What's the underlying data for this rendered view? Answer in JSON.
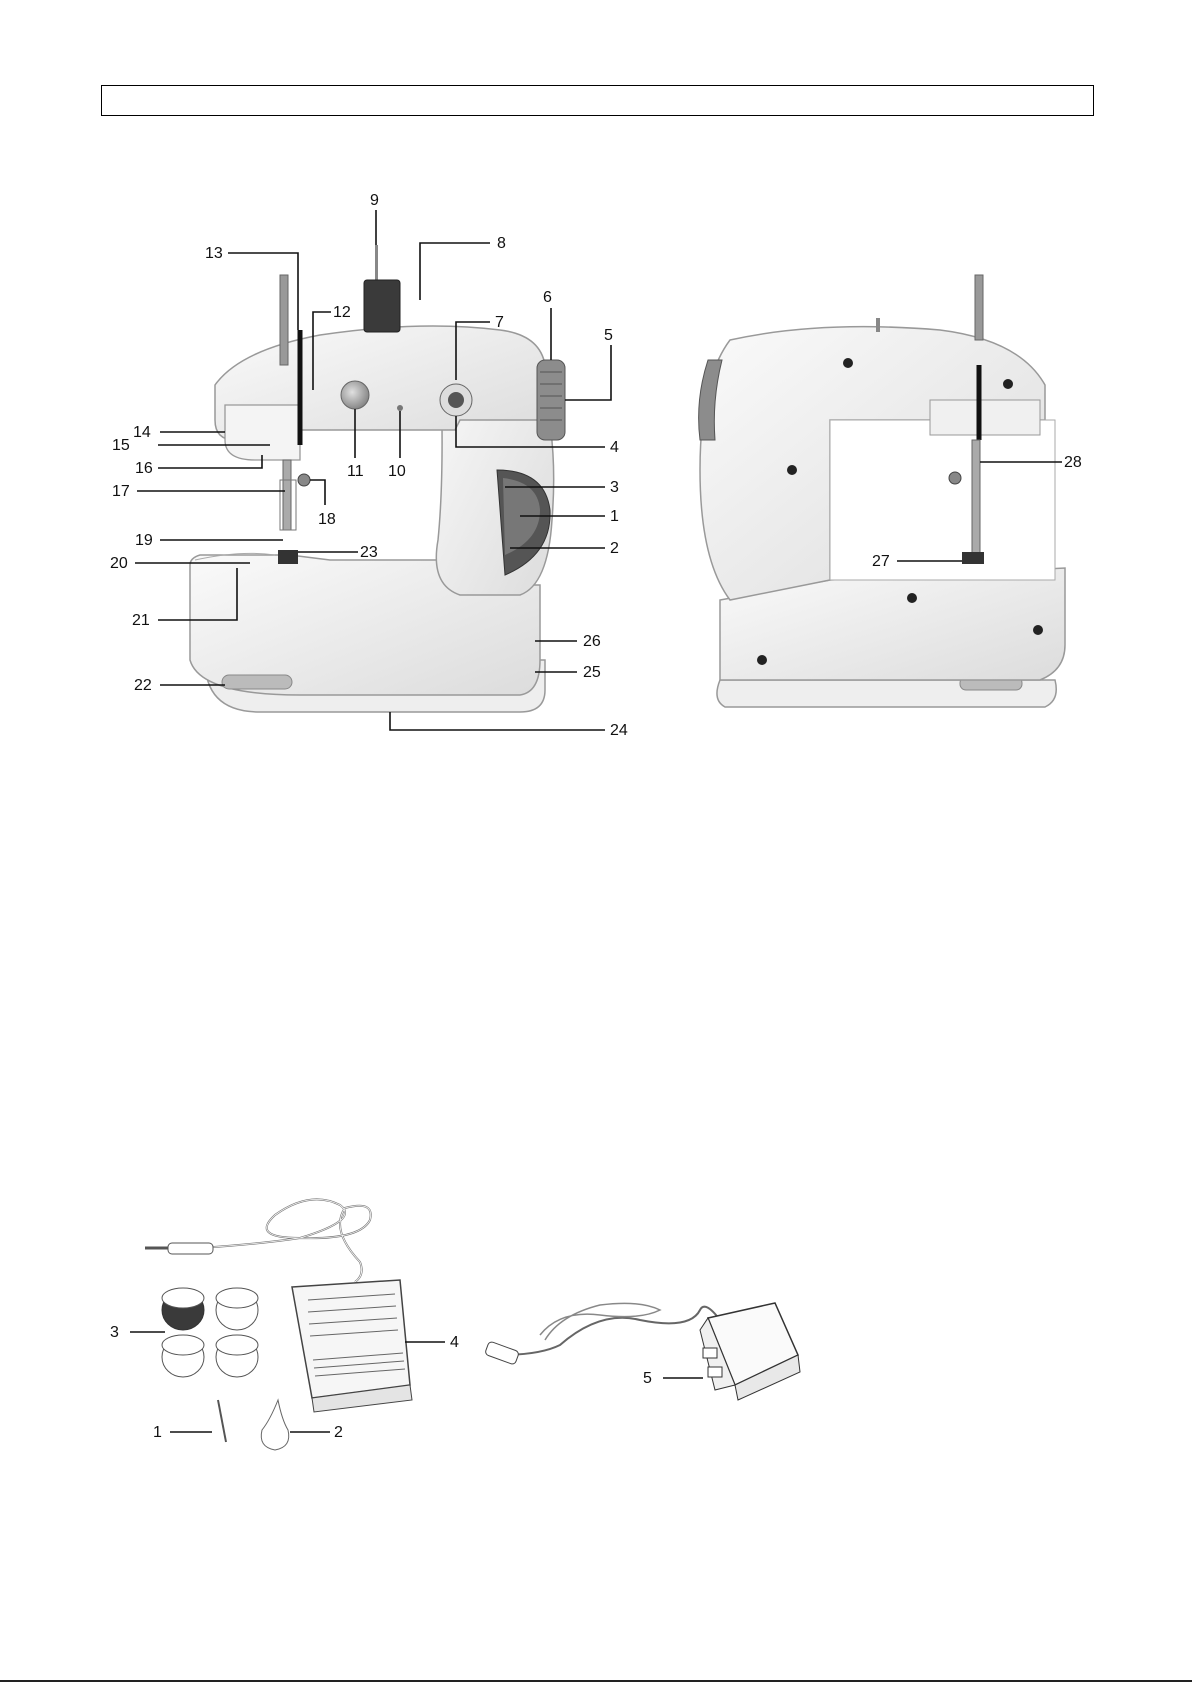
{
  "header": {
    "title": ""
  },
  "front_view": {
    "callouts": [
      "1",
      "2",
      "3",
      "4",
      "5",
      "6",
      "7",
      "8",
      "9",
      "10",
      "11",
      "12",
      "13",
      "14",
      "15",
      "16",
      "17",
      "18",
      "19",
      "20",
      "21",
      "22",
      "23",
      "24",
      "25",
      "26"
    ]
  },
  "side_view": {
    "callouts": [
      "27",
      "28"
    ]
  },
  "accessories": {
    "callouts": [
      "1",
      "2",
      "3",
      "4"
    ]
  },
  "adapter": {
    "callouts": [
      "5"
    ]
  },
  "colors": {
    "line": "#111111",
    "body": "#f2f2f2",
    "outline": "#8a8a8a",
    "spool": "#3a3a3a"
  }
}
